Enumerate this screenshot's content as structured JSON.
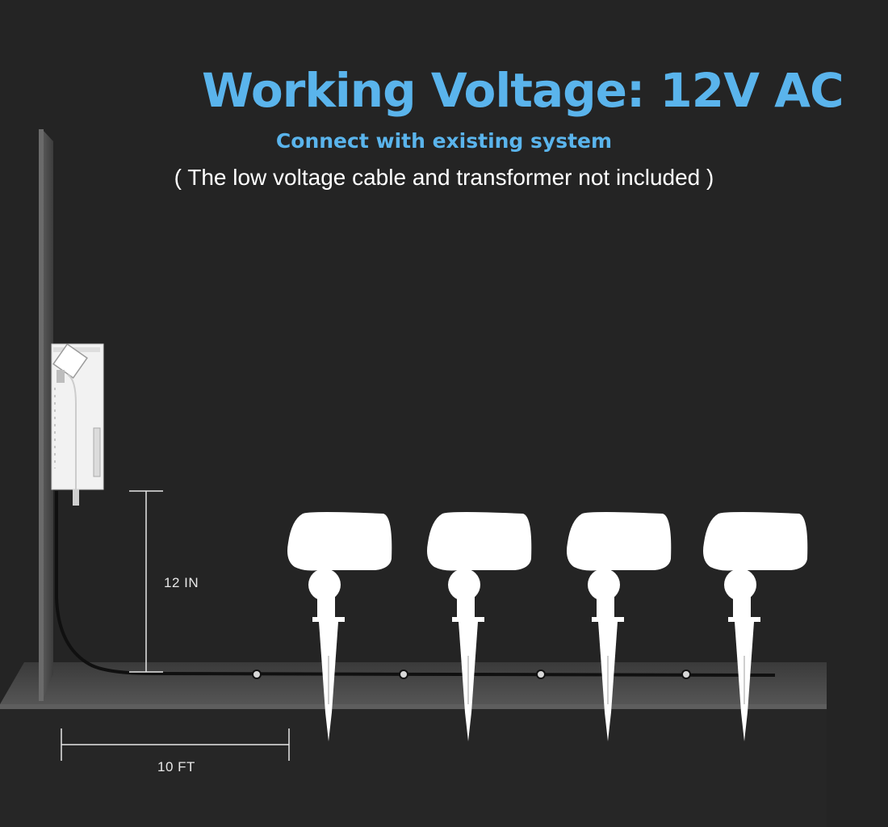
{
  "headline": "Working Voltage: 12V AC",
  "subheadline": "Connect with existing system",
  "note": "( The low voltage cable and transformer not included )",
  "dimensions": {
    "height_label": "12 IN",
    "distance_label": "10 FT"
  },
  "lights": [
    {
      "id": "light-1"
    },
    {
      "id": "light-2"
    },
    {
      "id": "light-3"
    },
    {
      "id": "light-4"
    }
  ],
  "colors": {
    "accent": "#5ab4ec",
    "background": "#242424",
    "ground": "#4a4a4a",
    "fixture": "#ffffff",
    "text": "#ffffff"
  }
}
